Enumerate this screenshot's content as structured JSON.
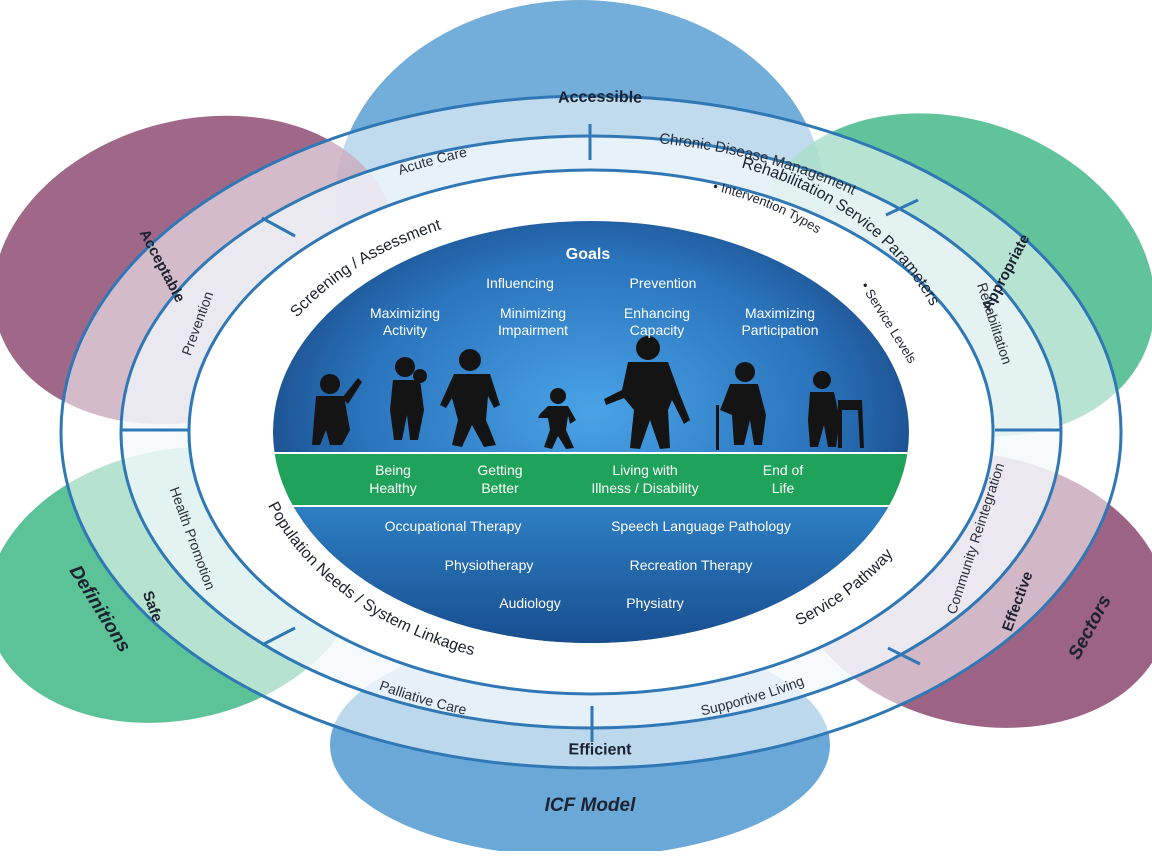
{
  "colors": {
    "petal_blue": "#5a9fd4",
    "petal_green": "#45b98a",
    "petal_purple": "#8e4d73",
    "ring_fill": "#ffffff",
    "service_ring_fill": "#f4f8fb",
    "ring_stroke": "#2f78b5",
    "center_blue_light": "#3b8fd6",
    "center_blue_dark": "#15467f",
    "band_green": "#1fa35a"
  },
  "petals": {
    "top": "",
    "bottom": "ICF Model",
    "left": "Definitions",
    "right": "Sectors"
  },
  "quality": {
    "top": "Accessible",
    "bottom": "Efficient",
    "left_upper": "Acceptable",
    "right_upper": "Appropriate",
    "left_lower": "Safe",
    "right_lower": "Effective"
  },
  "services": {
    "acute_care": "Acute Care",
    "chronic_disease": "Chronic Disease Management",
    "prevention": "Prevention",
    "rehabilitation": "Rehabilitation",
    "health_promotion": "Health Promotion",
    "community_reintegration": "Community Reintegration",
    "palliative_care": "Palliative Care",
    "supportive_living": "Supportive Living"
  },
  "inner_ring": {
    "screening": "Screening / Assessment",
    "rehab_params": "Rehabilitation Service Parameters",
    "intervention_types": "• Intervention Types",
    "service_levels": "• Service Levels",
    "population_needs": "Population Needs / System Linkages",
    "service_pathway": "Service Pathway"
  },
  "goals": {
    "heading": "Goals",
    "influencing": "Influencing",
    "prevention": "Prevention",
    "items": [
      {
        "line1": "Maximizing",
        "line2": "Activity"
      },
      {
        "line1": "Minimizing",
        "line2": "Impairment"
      },
      {
        "line1": "Enhancing",
        "line2": "Capacity"
      },
      {
        "line1": "Maximizing",
        "line2": "Participation"
      }
    ]
  },
  "continuum": [
    {
      "line1": "Being",
      "line2": "Healthy"
    },
    {
      "line1": "Getting",
      "line2": "Better"
    },
    {
      "line1": "Living with",
      "line2": "Illness / Disability"
    },
    {
      "line1": "End of",
      "line2": "Life"
    }
  ],
  "disciplines": {
    "occupational": "Occupational Therapy",
    "speech": "Speech Language Pathology",
    "physiotherapy": "Physiotherapy",
    "recreation": "Recreation Therapy",
    "audiology": "Audiology",
    "physiatry": "Physiatry"
  }
}
